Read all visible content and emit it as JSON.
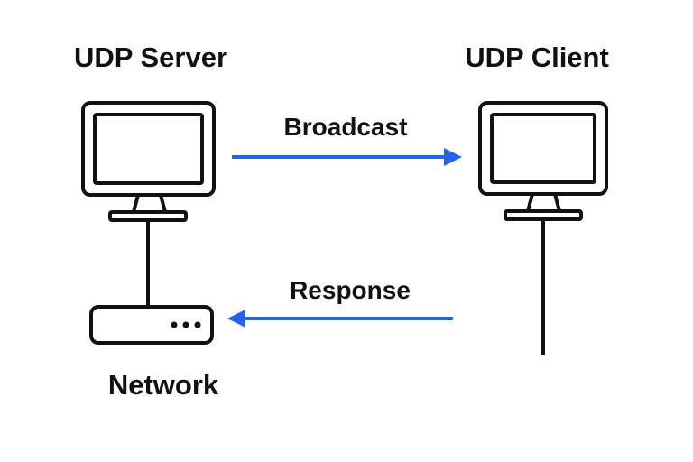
{
  "nodes": {
    "server": {
      "label": "UDP Server"
    },
    "client": {
      "label": "UDP Client"
    },
    "network": {
      "label": "Network"
    }
  },
  "edges": {
    "broadcast": {
      "label": "Broadcast",
      "from": "UDP Server",
      "to": "UDP Client"
    },
    "response": {
      "label": "Response",
      "from": "UDP Client",
      "to": "Network"
    }
  },
  "colors": {
    "arrow": "#2563eb",
    "stroke": "#111111",
    "background": "#ffffff"
  },
  "icons": {
    "server": "monitor-icon",
    "client": "monitor-icon",
    "network": "router-icon"
  }
}
